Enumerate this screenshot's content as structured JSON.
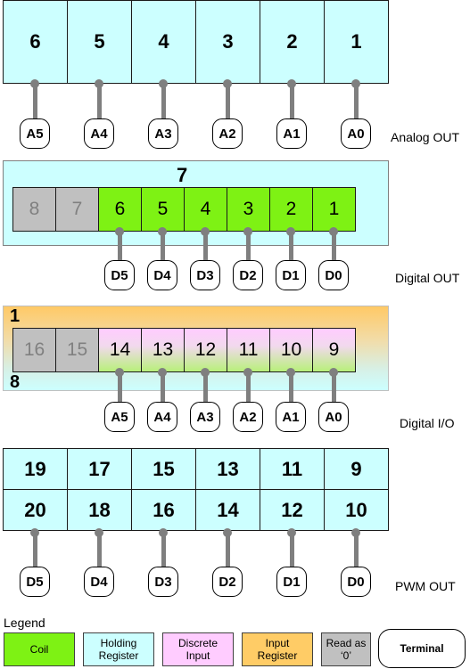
{
  "analog_out": {
    "cells": [
      "6",
      "5",
      "4",
      "3",
      "2",
      "1"
    ],
    "terminals": [
      "A5",
      "A4",
      "A3",
      "A2",
      "A1",
      "A0"
    ],
    "label": "Analog OUT"
  },
  "digital_out": {
    "register_number": "7",
    "cells": [
      "8",
      "7",
      "6",
      "5",
      "4",
      "3",
      "2",
      "1"
    ],
    "cell_types": [
      "read_as_zero",
      "read_as_zero",
      "coil",
      "coil",
      "coil",
      "coil",
      "coil",
      "coil"
    ],
    "terminals": [
      "D5",
      "D4",
      "D3",
      "D2",
      "D1",
      "D0"
    ],
    "label": "Digital OUT"
  },
  "digital_io": {
    "input_register_number": "1",
    "holding_register_number": "8",
    "cells": [
      "16",
      "15",
      "14",
      "13",
      "12",
      "11",
      "10",
      "9"
    ],
    "cell_types": [
      "read_as_zero",
      "read_as_zero",
      "discrete_input+coil",
      "discrete_input+coil",
      "discrete_input+coil",
      "discrete_input+coil",
      "discrete_input+coil",
      "discrete_input+coil"
    ],
    "terminals": [
      "A5",
      "A4",
      "A3",
      "A2",
      "A1",
      "A0"
    ],
    "label": "Digital I/O"
  },
  "pwm_out": {
    "top_cells": [
      "19",
      "17",
      "15",
      "13",
      "11",
      "9"
    ],
    "bottom_cells": [
      "20",
      "18",
      "16",
      "14",
      "12",
      "10"
    ],
    "terminals": [
      "D5",
      "D4",
      "D3",
      "D2",
      "D1",
      "D0"
    ],
    "label": "PWM OUT"
  },
  "legend": {
    "title": "Legend",
    "items": [
      {
        "label": "Coil",
        "color": "#7ef214"
      },
      {
        "label": "Holding Register",
        "color": "#ccffff"
      },
      {
        "label": "Discrete Input",
        "color": "#ffccff"
      },
      {
        "label": "Input Register",
        "color": "#ffcc66"
      },
      {
        "label": "Read as ‘0’",
        "color": "#c0c0c0"
      },
      {
        "label": "Terminal",
        "color": "#ffffff"
      }
    ]
  }
}
